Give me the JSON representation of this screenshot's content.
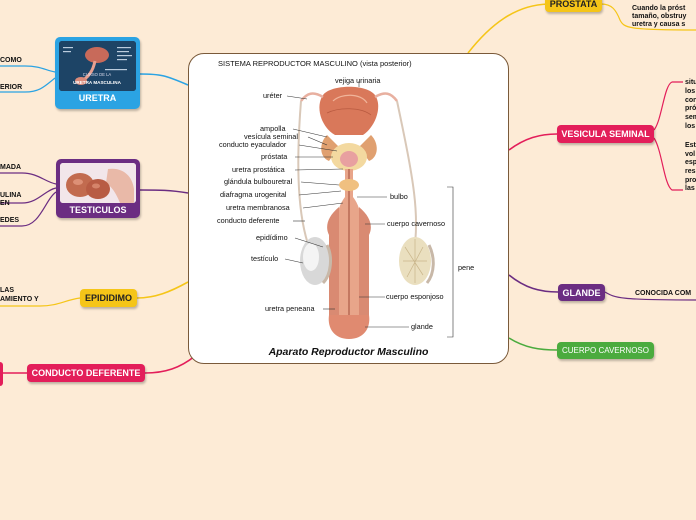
{
  "center": {
    "image_title": "SISTEMA REPRODUCTOR MASCULINO (vista posterior)",
    "caption": "Aparato Reproductor Masculino",
    "labels_left": [
      "uréter",
      "ampolla",
      "vesícula seminal",
      "conducto eyaculador",
      "próstata",
      "uretra prostática",
      "glándula bulbouretral",
      "diafragma urogenital",
      "uretra membranosa",
      "conducto deferente",
      "epidídimo",
      "testículo",
      "uretra peneana"
    ],
    "labels_right": [
      "vejiga urinaria",
      "bulbo",
      "cuerpo cavernoso",
      "pene",
      "cuerpo esponjoso",
      "glande"
    ]
  },
  "nodes": {
    "uretra": {
      "label": "URETRA",
      "thumb_lines": [
        "CURSO DE LA",
        "URETRA MASCULINA"
      ],
      "color": "#2ba3e3"
    },
    "testiculos": {
      "label": "TESTICULOS",
      "color": "#6b2d82"
    },
    "epididimo": {
      "label": "EPIDIDIMO",
      "color": "#f5c518"
    },
    "conducto_deferente": {
      "label": "CONDUCTO DEFERENTE",
      "color": "#e31e5a"
    },
    "prostata": {
      "label": "PRÓSTATA",
      "color": "#f5c518"
    },
    "vesicula_seminal": {
      "label": "VESICULA SEMINAL",
      "color": "#e31e5a"
    },
    "glande": {
      "label": "GLANDE",
      "color": "#6b2d82"
    },
    "cuerpo_cavernoso": {
      "label": "CUERPO CAVERNOSO",
      "color": "#4bab3e"
    }
  },
  "texts": {
    "uretra_1": "COMO",
    "uretra_2": "ERIOR",
    "testiculos_1": "MADA",
    "testiculos_2": "ULINA",
    "testiculos_3": "EN",
    "testiculos_4": "EDES",
    "epididimo_1": "LAS",
    "epididimo_2": "AMIENTO Y",
    "prostata_1": "Cuando la próst",
    "prostata_2": "tamaño, obstruy",
    "prostata_3": "uretra y causa s",
    "vesicula_1": [
      "situ",
      "los",
      "con",
      "pró",
      "sem",
      "los"
    ],
    "vesicula_2": [
      "Est",
      "vol",
      "esp",
      "res",
      "pro",
      "las"
    ],
    "glande_1": "CONOCIDA COM"
  }
}
